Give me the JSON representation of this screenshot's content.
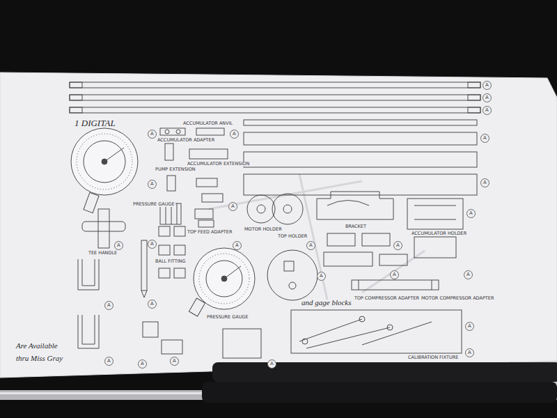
{
  "diagram": {
    "labels": [
      "1 DIGITAL",
      "PRESSURE GAUGE",
      "ACCUMULATOR ADAPTER",
      "ACCUMULATOR ANVIL",
      "PUMP EXTENSION",
      "ACCUMULATOR EXTENSION",
      "TOP FEED ADAPTER",
      "MOTOR HOLDER",
      "TOP HOLDER",
      "BRACKET",
      "ACCUMULATOR HOLDER",
      "TEE HANDLE",
      "BALL FITTING",
      "PRESSURE GAUGE",
      "TOP COMPRESSOR ADAPTER",
      "MOTOR COMPRESSOR ADAPTER",
      "CALIBRATION FIXTURE",
      "and gage blocks",
      "Are Available",
      "thru Miss Gray",
      "A",
      "A",
      "A",
      "A",
      "A",
      "A",
      "A",
      "A",
      "A",
      "A",
      "A",
      "A",
      "A",
      "A",
      "A",
      "A",
      "A",
      "A",
      "A",
      "A",
      "A",
      "A",
      "A",
      "A",
      "A",
      "A"
    ]
  }
}
